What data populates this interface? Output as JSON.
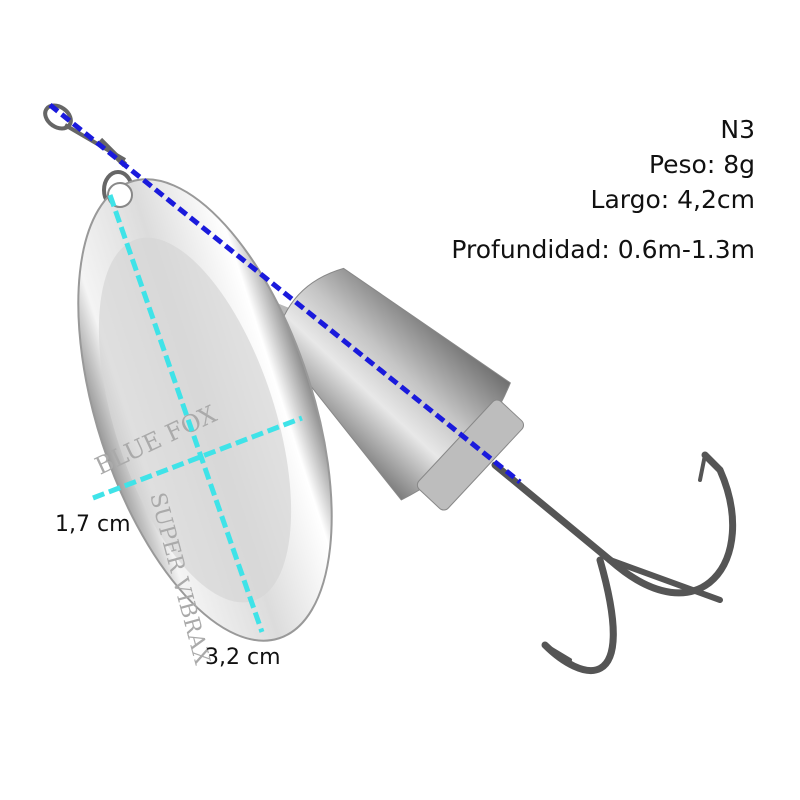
{
  "specs": {
    "model": "N3",
    "weight": "Peso: 8g",
    "length": "Largo: 4,2cm",
    "depth": "Profundidad: 0.6m-1.3m"
  },
  "dimensions": {
    "width_label": "1,7 cm",
    "height_label": "3,2 cm"
  },
  "logo": {
    "brand": "BLUE FOX",
    "product": "SUPER VIBRAX"
  },
  "colors": {
    "length_line": "#1a1adc",
    "blade_lines": "#3fe3e8"
  }
}
